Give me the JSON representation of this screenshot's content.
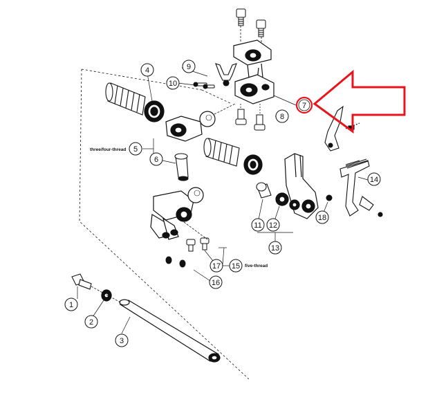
{
  "callouts": {
    "c1": "1",
    "c2": "2",
    "c3": "3",
    "c4": "4",
    "c5": "5",
    "c6": "6",
    "c7": "7",
    "c8": "8",
    "c9": "9",
    "c10": "10",
    "c11": "11",
    "c12": "12",
    "c13": "13",
    "c14": "14",
    "c15": "15",
    "c16": "16",
    "c17": "17",
    "c18": "18"
  },
  "labels": {
    "three_four_thread": "three/four-thread",
    "five_thread": "five-thread"
  },
  "colors": {
    "line": "#111111",
    "highlight": "#e8141c",
    "background": "#ffffff"
  },
  "annotation": {
    "highlighted_callout": "7",
    "highlight_shape": "red outline arrow pointing left",
    "highlight_ring": "red circle"
  }
}
